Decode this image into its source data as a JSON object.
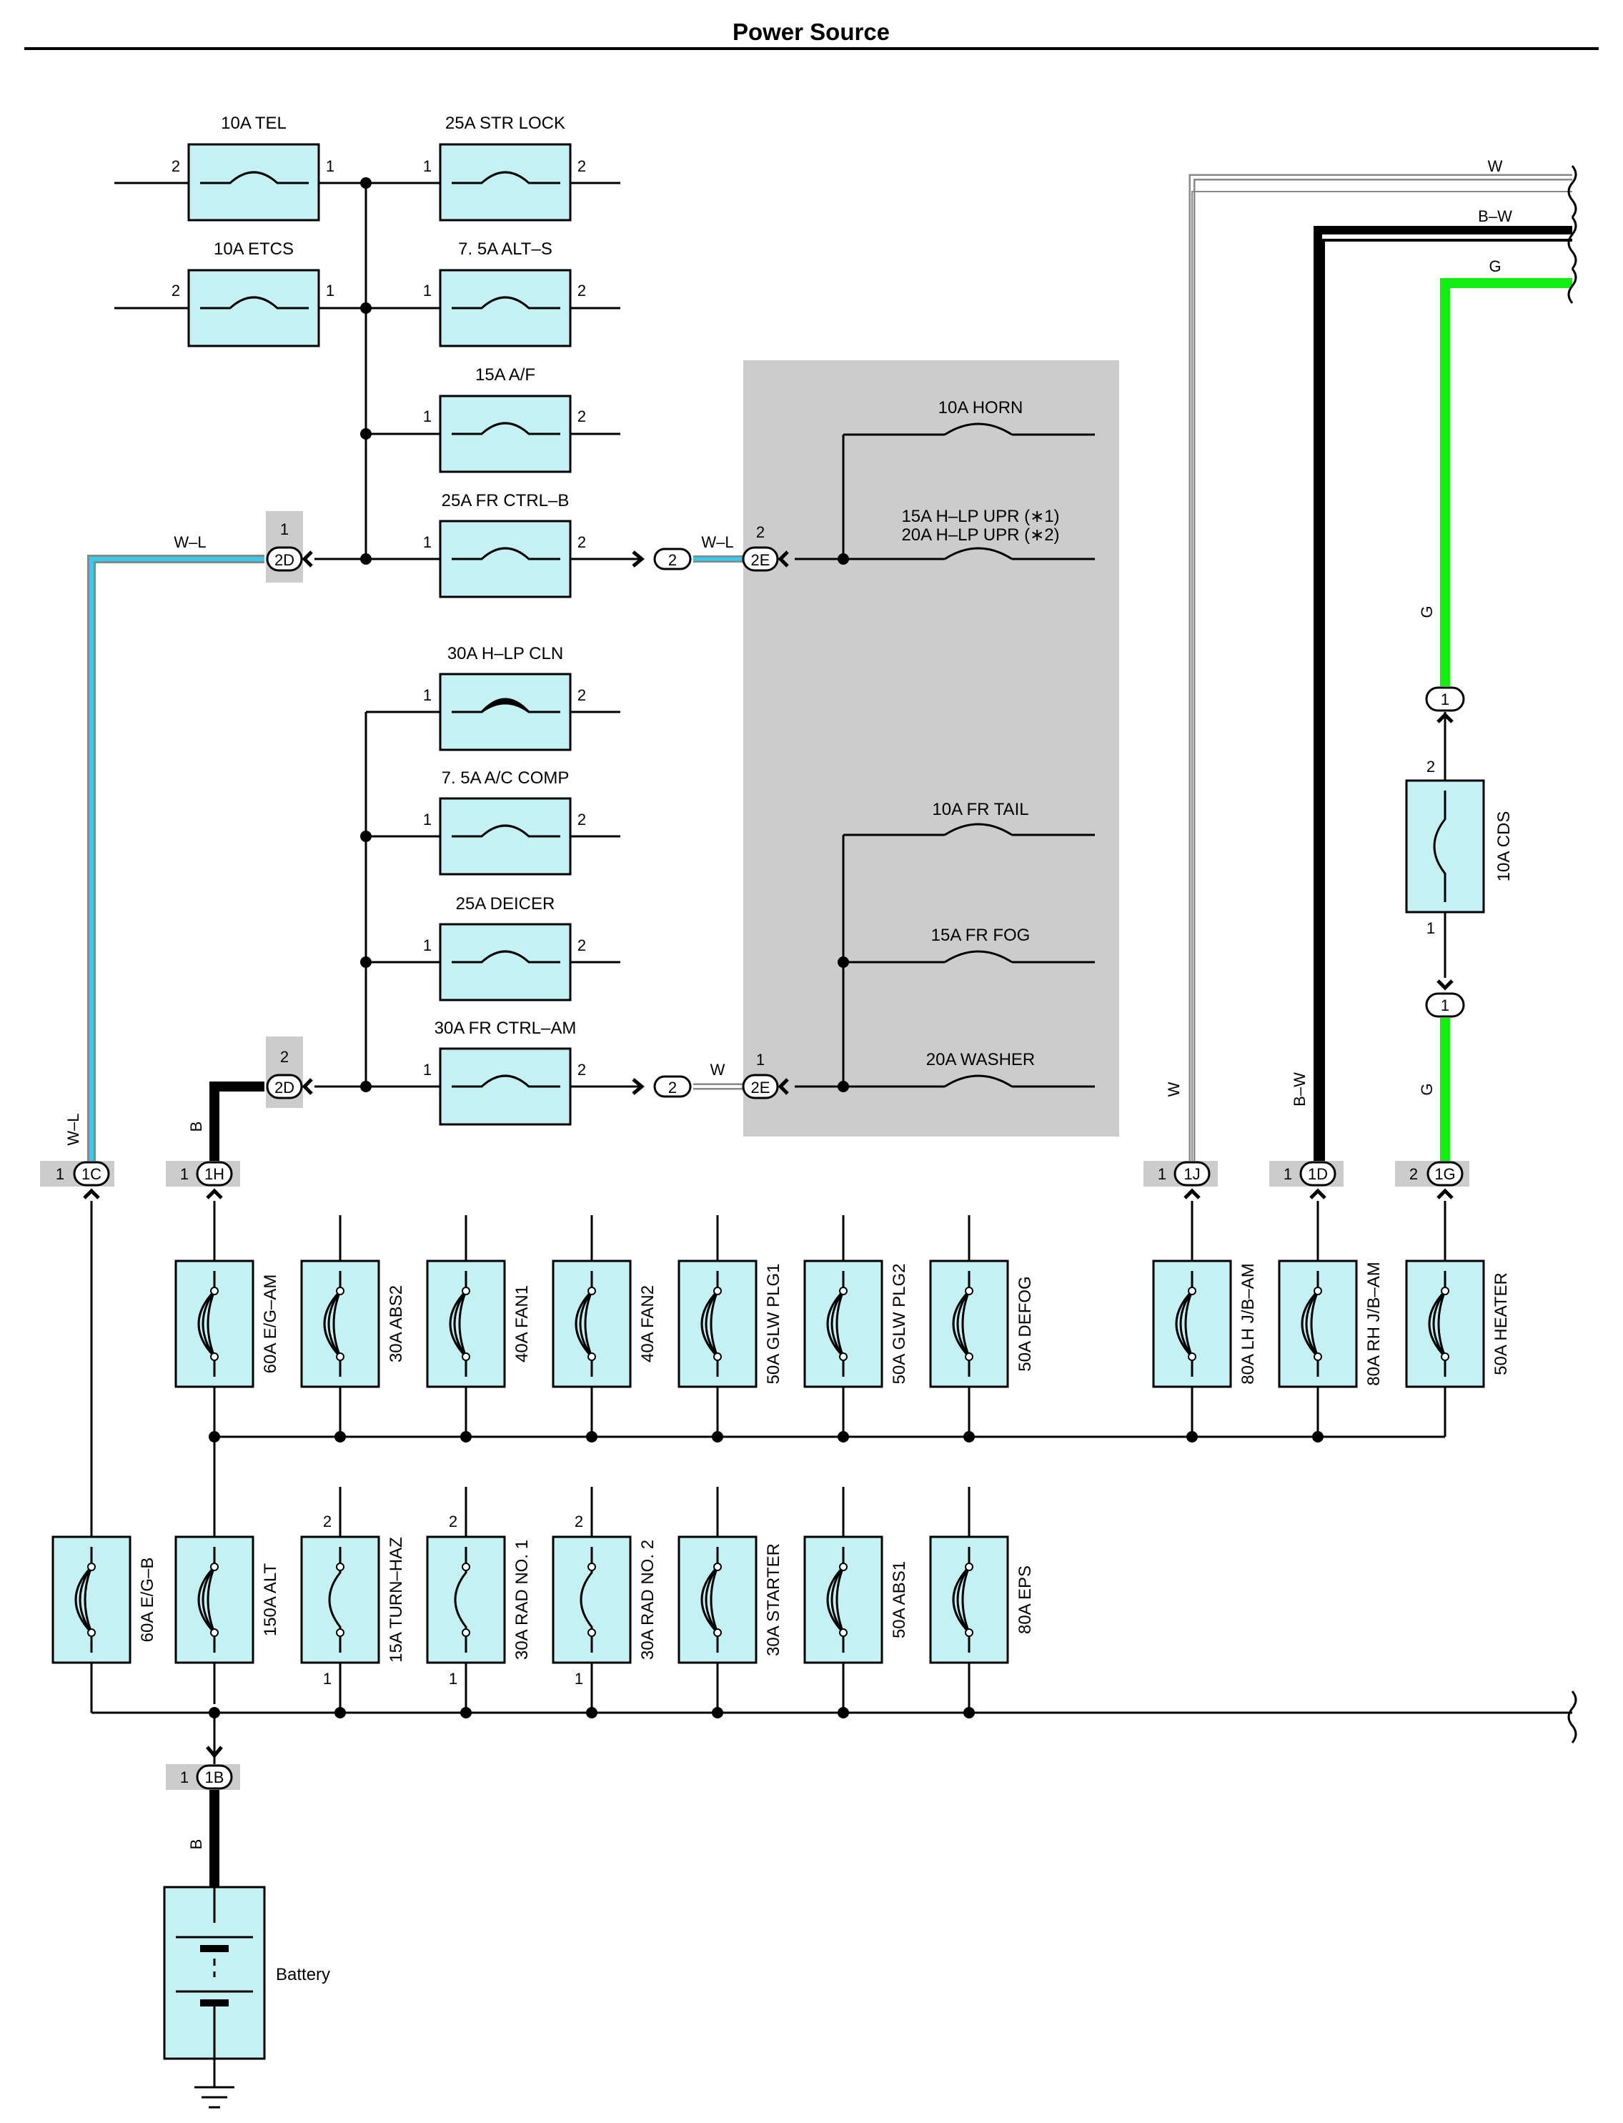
{
  "title": "Power Source",
  "colors": {
    "fuse_fill": "#c6f1f3",
    "shade": "#cccccc",
    "wire_green": "#11ee11",
    "wire_blue": "#33ccee",
    "wire_gray": "#888888",
    "wire_black": "#000000"
  },
  "top_fuses": [
    {
      "id": "tel",
      "label": "10A TEL",
      "pins": [
        "2",
        "1"
      ]
    },
    {
      "id": "str-lock",
      "label": "25A STR LOCK",
      "pins": [
        "1",
        "2"
      ]
    },
    {
      "id": "etcs",
      "label": "10A ETCS",
      "pins": [
        "2",
        "1"
      ]
    },
    {
      "id": "alt-s",
      "label": "7. 5A ALT–S",
      "pins": [
        "1",
        "2"
      ]
    },
    {
      "id": "af",
      "label": "15A A/F",
      "pins": [
        "1",
        "2"
      ]
    },
    {
      "id": "fr-ctrl-b",
      "label": "25A FR CTRL–B",
      "pins": [
        "1",
        "2"
      ]
    },
    {
      "id": "h-lp-cln",
      "label": "30A H–LP CLN",
      "pins": [
        "1",
        "2"
      ]
    },
    {
      "id": "ac-comp",
      "label": "7. 5A A/C COMP",
      "pins": [
        "1",
        "2"
      ]
    },
    {
      "id": "deicer",
      "label": "25A DEICER",
      "pins": [
        "1",
        "2"
      ]
    },
    {
      "id": "fr-ctrl-am",
      "label": "30A FR CTRL–AM",
      "pins": [
        "1",
        "2"
      ]
    }
  ],
  "jb_fuses": [
    {
      "id": "horn",
      "label": "10A HORN"
    },
    {
      "id": "h-lp-upr",
      "label": "15A H–LP UPR (∗1)",
      "label2": "20A H–LP UPR (∗2)"
    },
    {
      "id": "fr-tail",
      "label": "10A FR TAIL"
    },
    {
      "id": "fr-fog",
      "label": "15A FR FOG"
    },
    {
      "id": "washer",
      "label": "20A WASHER"
    }
  ],
  "connectors": {
    "c2d_top": {
      "id": "2D",
      "pin": "1"
    },
    "c2d_bot": {
      "id": "2D",
      "pin": "2"
    },
    "c2e_top": {
      "id": "2E",
      "pin": "2"
    },
    "c2e_bot": {
      "id": "2E",
      "pin": "1"
    },
    "inline_top": "2",
    "inline_bot": "2",
    "c1c": {
      "id": "1C",
      "pin": "1"
    },
    "c1h": {
      "id": "1H",
      "pin": "1"
    },
    "c1j": {
      "id": "1J",
      "pin": "1"
    },
    "c1d": {
      "id": "1D",
      "pin": "1"
    },
    "c1g": {
      "id": "1G",
      "pin": "2"
    },
    "c1b": {
      "id": "1B",
      "pin": "1"
    },
    "cds_top_conn": "1",
    "cds_bot_conn": "1"
  },
  "wires": {
    "wl_left": "W–L",
    "wl_mid": "W–L",
    "w_mid": "W",
    "b_1h": "B",
    "b_battery": "B",
    "w_right": "W",
    "bw_right": "B–W",
    "g_right": "G",
    "g_upper": "G",
    "g_lower": "G",
    "w_top": "W",
    "bw_top": "B–W",
    "g_top": "G"
  },
  "cds_fuse": {
    "label": "10A CDS",
    "pin_top": "2",
    "pin_bottom": "1"
  },
  "fusible_row1": [
    {
      "id": "eg-am",
      "label": "60A E/G–AM"
    },
    {
      "id": "abs2",
      "label": "30A ABS2"
    },
    {
      "id": "fan1",
      "label": "40A FAN1"
    },
    {
      "id": "fan2",
      "label": "40A FAN2"
    },
    {
      "id": "glw-plg1",
      "label": "50A GLW PLG1"
    },
    {
      "id": "glw-plg2",
      "label": "50A GLW PLG2"
    },
    {
      "id": "defog",
      "label": "50A DEFOG"
    },
    {
      "id": "lh-jb-am",
      "label": "80A LH J/B–AM"
    },
    {
      "id": "rh-jb-am",
      "label": "80A RH J/B–AM"
    },
    {
      "id": "heater",
      "label": "50A HEATER"
    }
  ],
  "fusible_row2": [
    {
      "id": "eg-b",
      "label": "60A E/G–B",
      "pins": null
    },
    {
      "id": "alt",
      "label": "150A ALT",
      "pins": null
    },
    {
      "id": "turn-haz",
      "label": "15A TURN–HAZ",
      "pins": [
        "2",
        "1"
      ]
    },
    {
      "id": "rad-no1",
      "label": "30A RAD NO. 1",
      "pins": [
        "2",
        "1"
      ]
    },
    {
      "id": "rad-no2",
      "label": "30A RAD NO. 2",
      "pins": [
        "2",
        "1"
      ]
    },
    {
      "id": "starter",
      "label": "30A STARTER",
      "pins": null
    },
    {
      "id": "abs1",
      "label": "50A ABS1",
      "pins": null
    },
    {
      "id": "eps",
      "label": "80A EPS",
      "pins": null
    }
  ],
  "battery": {
    "label": "Battery"
  }
}
